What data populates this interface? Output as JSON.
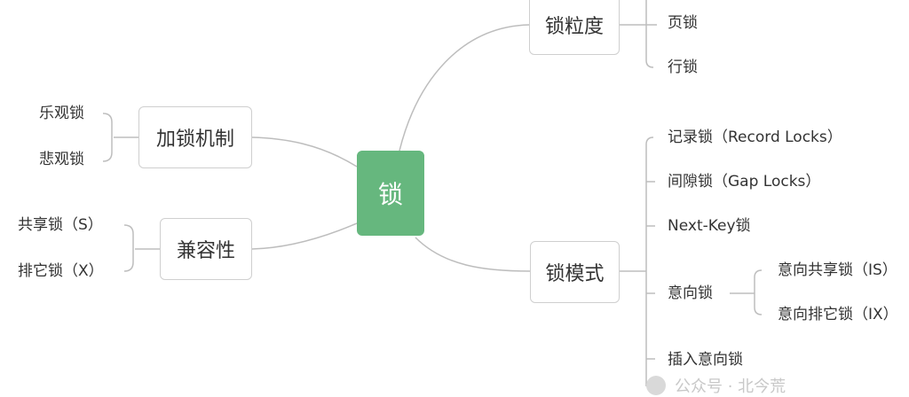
{
  "root": {
    "label": "锁"
  },
  "branches": {
    "granularity": {
      "label": "锁粒度",
      "children": [
        "页锁",
        "行锁"
      ]
    },
    "mechanism": {
      "label": "加锁机制",
      "children": [
        "乐观锁",
        "悲观锁"
      ]
    },
    "compatibility": {
      "label": "兼容性",
      "children": [
        "共享锁（S）",
        "排它锁（X）"
      ]
    },
    "mode": {
      "label": "锁模式",
      "children": [
        "记录锁（Record Locks）",
        "间隙锁（Gap Locks）",
        "Next-Key锁",
        "意向锁",
        "插入意向锁"
      ],
      "intention_children": [
        "意向共享锁（IS）",
        "意向排它锁（IX）"
      ]
    }
  },
  "watermark": {
    "text": "公众号 · 北今荒"
  },
  "colors": {
    "root_fill": "#66b77e",
    "line": "#bdbdbd",
    "border": "#cfcfcf"
  }
}
